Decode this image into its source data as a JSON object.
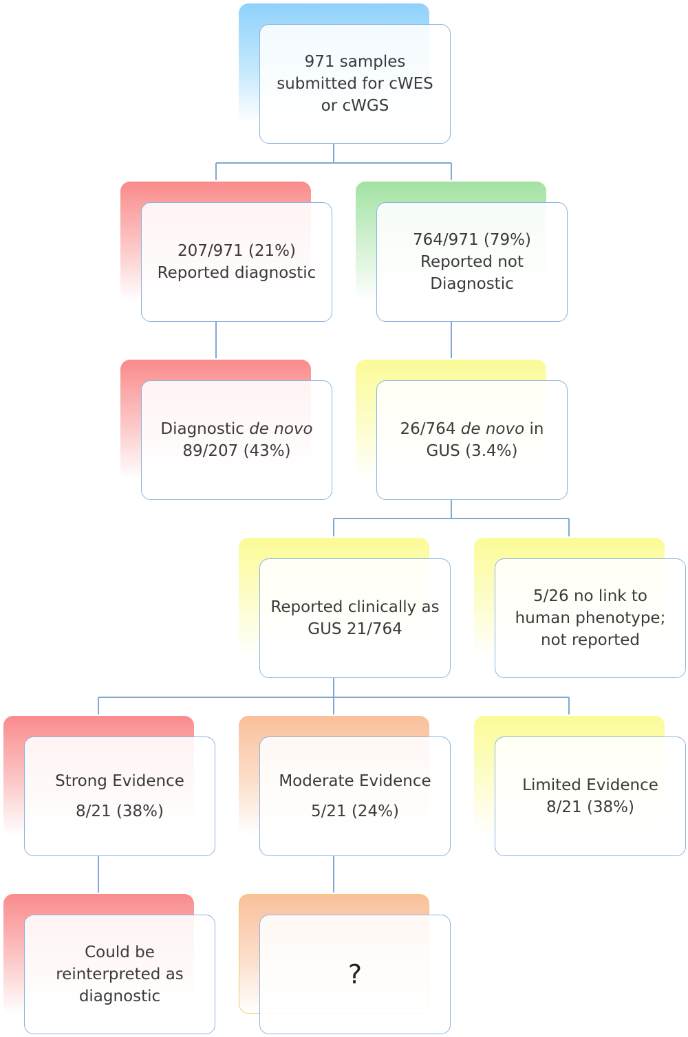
{
  "nodes": {
    "root": {
      "l1": "971 samples",
      "l2": "submitted for cWES",
      "l3": "or cWGS",
      "color": "#8fd1fb"
    },
    "diag": {
      "l1": "207/971 (21%)",
      "l2": "Reported diagnostic",
      "color": "#fa8b8b"
    },
    "notdiag": {
      "l1": "764/971 (79%)",
      "l2": "Reported not",
      "l3": "Diagnostic",
      "color": "#a2e2a2"
    },
    "diag_denovo": {
      "l1_a": "Diagnostic ",
      "l1_i": "de novo",
      "l2": "89/207 (43%)",
      "color": "#fa8b8b"
    },
    "gus_denovo": {
      "l1_a": "26/764 ",
      "l1_i": "de novo",
      "l1_b": " in",
      "l2": "GUS (3.4%)",
      "color": "#fbfb97"
    },
    "gus_reported": {
      "l1": "Reported clinically as",
      "l2": "GUS 21/764",
      "color": "#fbfb97"
    },
    "no_link": {
      "l1": "5/26 no link to",
      "l2": "human phenotype;",
      "l3": "not reported",
      "color": "#fbfb97"
    },
    "strong": {
      "l1": "Strong Evidence",
      "l2": "8/21 (38%)",
      "color": "#fa8b8b"
    },
    "moderate": {
      "l1": "Moderate Evidence",
      "l2": "5/21 (24%)",
      "color": "#f9c09a"
    },
    "limited": {
      "l1": "Limited Evidence",
      "l2": "8/21 (38%)",
      "color": "#fbfb97"
    },
    "reinterp": {
      "l1": "Could be",
      "l2": "reinterpreted as",
      "l3": "diagnostic",
      "color": "#fa8b8b"
    },
    "unknown": {
      "l1": "?",
      "color": "#f9c09a"
    }
  },
  "connector_color": "#7fa7cf"
}
